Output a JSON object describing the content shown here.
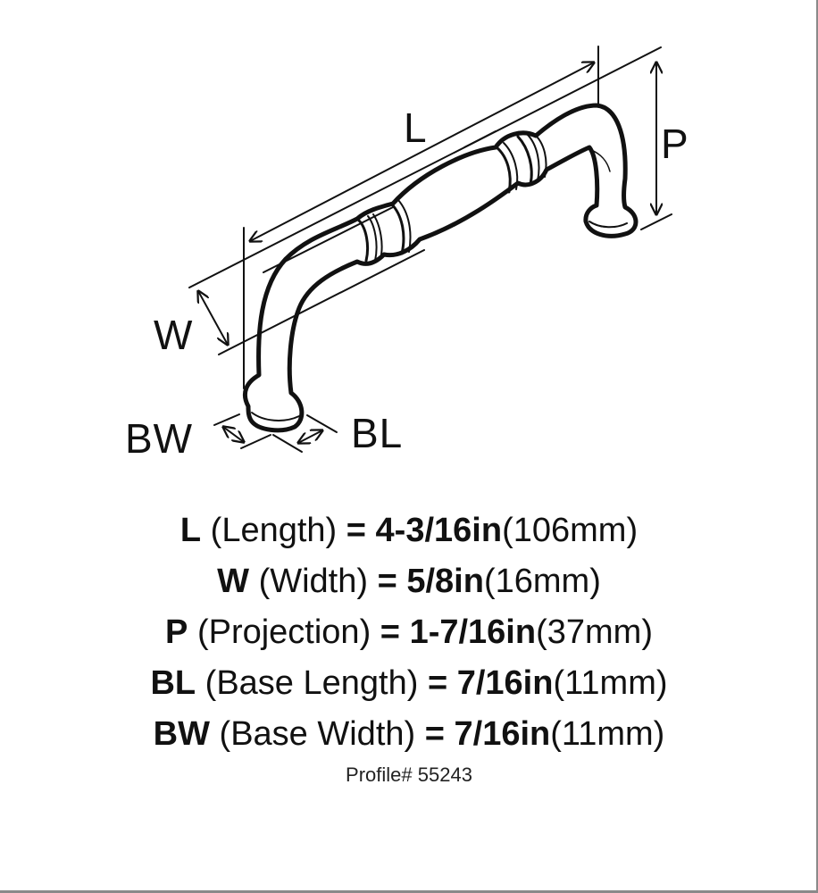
{
  "diagram": {
    "subject": "cabinet pull handle with barrel center",
    "dimension_labels": {
      "L": "L",
      "W": "W",
      "P": "P",
      "BL": "BL",
      "BW": "BW"
    }
  },
  "specs": [
    {
      "abbr": "L",
      "name": "(Length)",
      "eq": "=",
      "imperial": "4-3/16in",
      "metric": "(106mm)"
    },
    {
      "abbr": "W",
      "name": "(Width)",
      "eq": "=",
      "imperial": "5/8in",
      "metric": "(16mm)"
    },
    {
      "abbr": "P",
      "name": "(Projection)",
      "eq": "=",
      "imperial": "1-7/16in",
      "metric": "(37mm)"
    },
    {
      "abbr": "BL",
      "name": "(Base Length)",
      "eq": "=",
      "imperial": "7/16in",
      "metric": "(11mm)"
    },
    {
      "abbr": "BW",
      "name": "(Base Width)",
      "eq": "=",
      "imperial": "7/16in",
      "metric": "(11mm)"
    }
  ],
  "profile": "Profile# 55243",
  "colors": {
    "line": "#111111",
    "background": "#ffffff",
    "frame": "#8a8a8a"
  }
}
